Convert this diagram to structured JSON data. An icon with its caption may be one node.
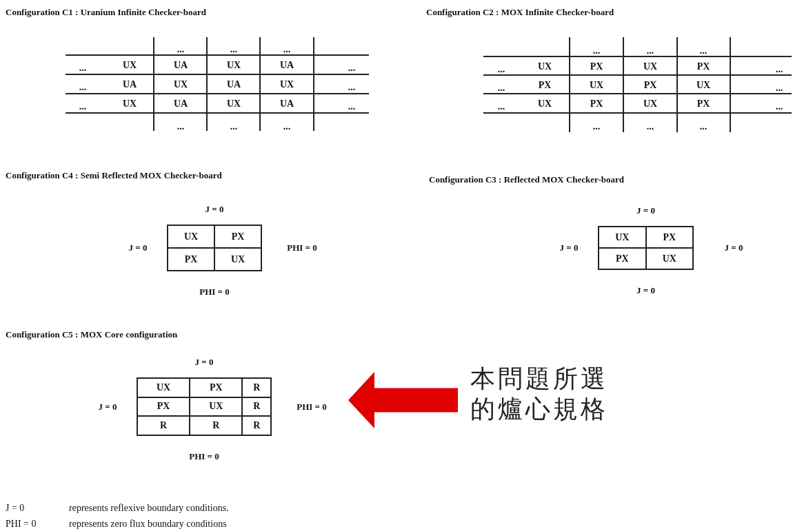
{
  "diagram": {
    "nodes": [
      {
        "text": [
          "UX",
          "PX",
          "PX",
          "UX"
        ],
        "beside": [
          "J = 0",
          "J = 0",
          "PHI = 0",
          "PHI = 0"
        ]
      },
      {
        "text": [
          "UX",
          "PX",
          "PX",
          "UX"
        ],
        "beside": [
          "J = 0",
          "J = 0",
          "J = 0",
          "J = 0"
        ]
      },
      {
        "text": [
          "UX",
          "PX",
          "R",
          "PX",
          "UX",
          "R",
          "R",
          "R",
          "R"
        ],
        "beside": [
          "J = 0",
          "J = 0",
          "PHI = 0",
          "PHI = 0"
        ]
      },
      {
        "text": [
          "本問題所選的爐心規格"
        ]
      }
    ],
    "edges": [
      {
        "from": 3,
        "to": 2,
        "arrow": "to",
        "color": "#e00000"
      }
    ],
    "labels": [
      "Configuration C1 : Uranium Infinite Checker-board",
      "...",
      "...",
      "...",
      "...",
      "UX",
      "UA",
      "UX",
      "UA",
      "...",
      "...",
      "UA",
      "UX",
      "UA",
      "UX",
      "...",
      "...",
      "UX",
      "UA",
      "UX",
      "UA",
      "...",
      "...",
      "...",
      "...",
      "Configuration C2 : MOX Infinite Checker-board",
      "...",
      "...",
      "...",
      "...",
      "UX",
      "PX",
      "UX",
      "PX",
      "...",
      "...",
      "PX",
      "UX",
      "PX",
      "UX",
      "...",
      "...",
      "UX",
      "PX",
      "UX",
      "PX",
      "...",
      "...",
      "...",
      "...",
      "Configuration C4 : Semi Reflected MOX Checker-board",
      "Configuration C3 : Reflected MOX Checker-board",
      "Configuration C5 : MOX Core configuration",
      "J = 0",
      "represents reflexive boundary conditions.",
      "PHI = 0",
      "represents zero flux boundary conditions"
    ]
  }
}
